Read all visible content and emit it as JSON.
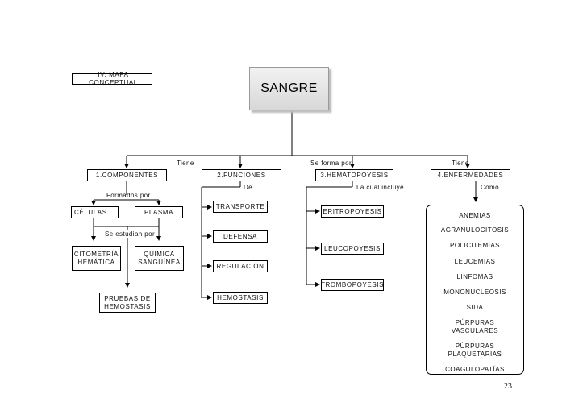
{
  "header": {
    "label": "IV. MAPA CONCEPTUAL"
  },
  "root": {
    "label": "SANGRE"
  },
  "connectors": {
    "tiene_1": "Tiene",
    "se_forma_por": "Se forma por",
    "tiene_2": "Tiene",
    "formados_por": "Formados por",
    "de": "De",
    "la_cual_incluye": "La cual incluye",
    "como": "Como",
    "se_estudian_por": "Se estudian por"
  },
  "branches": {
    "componentes": {
      "label": "1.COMPONENTES",
      "celulas": "CÉLULAS",
      "plasma": "PLASMA",
      "citometria": [
        "CITOMETRÍA",
        "HEMÁTICA"
      ],
      "quimica": [
        "QUÍMICA",
        "SANGUÍNEA"
      ],
      "pruebas": [
        "PRUEBAS DE",
        "HEMOSTASIS"
      ]
    },
    "funciones": {
      "label": "2.FUNCIONES",
      "items": [
        "TRANSPORTE",
        "DEFENSA",
        "REGULACIÓN",
        "HEMOSTASIS"
      ]
    },
    "hematopoyesis": {
      "label": "3.HEMATOPOYESIS",
      "items": [
        "ERITROPOYESIS",
        "LEUCOPOYESIS",
        "TROMBOPOYESIS"
      ]
    },
    "enfermedades": {
      "label": "4.ENFERMEDADES",
      "items": [
        [
          "ANEMIAS"
        ],
        [
          "AGRANULOCITOSIS"
        ],
        [
          "POLICITEMIAS"
        ],
        [
          "LEUCEMIAS"
        ],
        [
          "LINFOMAS"
        ],
        [
          "MONONUCLEOSIS"
        ],
        [
          "SIDA"
        ],
        [
          "PÚRPURAS",
          "VASCULARES"
        ],
        [
          "PÚRPURAS",
          "PLAQUETARIAS"
        ],
        [
          "COAGULOPATÍAS"
        ]
      ]
    }
  },
  "page_number": "23"
}
